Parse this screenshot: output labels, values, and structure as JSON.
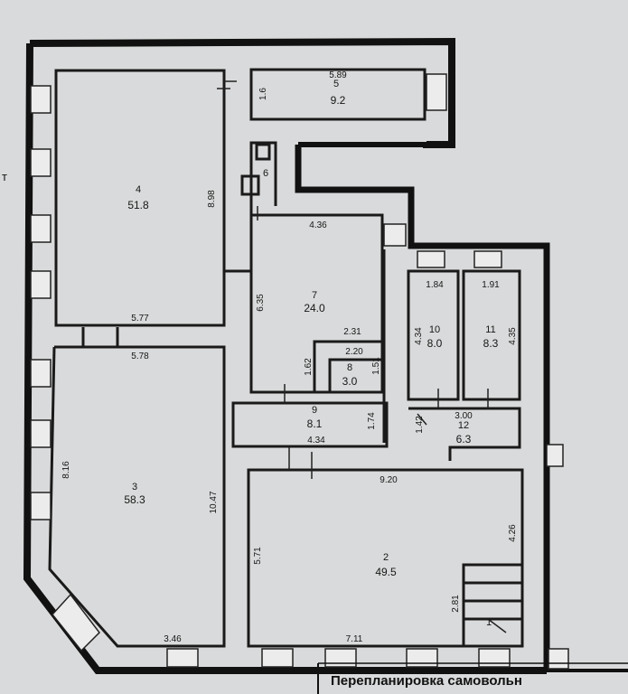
{
  "rooms": [
    {
      "id": "4",
      "number": "4",
      "area": "51.8"
    },
    {
      "id": "5",
      "number": "5",
      "area": "9.2"
    },
    {
      "id": "6",
      "number": "6"
    },
    {
      "id": "7",
      "number": "7",
      "area": "24.0"
    },
    {
      "id": "8",
      "number": "8",
      "area": "3.0"
    },
    {
      "id": "9",
      "number": "9",
      "area": "8.1"
    },
    {
      "id": "10",
      "number": "10",
      "area": "8.0"
    },
    {
      "id": "11",
      "number": "11",
      "area": "8.3"
    },
    {
      "id": "12",
      "number": "12",
      "area": "6.3"
    },
    {
      "id": "3",
      "number": "3",
      "area": "58.3"
    },
    {
      "id": "2",
      "number": "2",
      "area": "49.5"
    },
    {
      "id": "1",
      "number": "1"
    }
  ],
  "dimensions": {
    "d_5_89": "5.89",
    "d_1_6": "1.6",
    "d_8_98": "8.98",
    "d_4_36": "4.36",
    "d_6_35": "6.35",
    "d_5_77": "5.77",
    "d_5_78": "5.78",
    "d_2_31": "2.31",
    "d_2_20": "2.20",
    "d_1_62": "1.62",
    "d_1_51": "1.51",
    "d_1_84": "1.84",
    "d_1_91": "1.91",
    "d_4_34_r10": "4.34",
    "d_4_35": "4.35",
    "d_3_00": "3.00",
    "d_1_74": "1.74",
    "d_1_42": "1.42",
    "d_4_34_r9": "4.34",
    "d_9_20": "9.20",
    "d_8_16": "8.16",
    "d_10_47": "10.47",
    "d_5_71": "5.71",
    "d_4_26": "4.26",
    "d_2_81": "2.81",
    "d_3_46": "3.46",
    "d_7_11": "7.11"
  },
  "footer_text": "Перепланировка самовольн",
  "edge_mark": "т"
}
